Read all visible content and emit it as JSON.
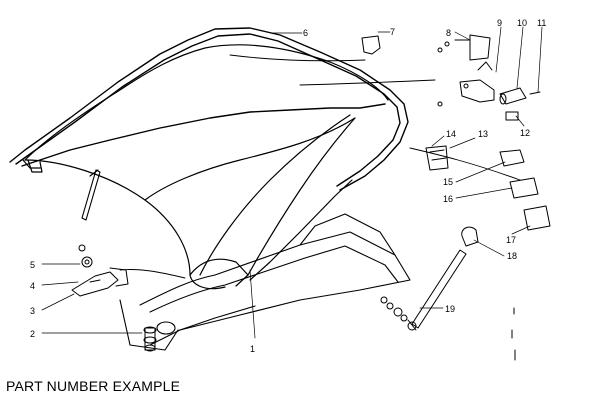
{
  "caption": "PART NUMBER EXAMPLE",
  "callouts": [
    "1",
    "2",
    "3",
    "4",
    "5",
    "6",
    "7",
    "8",
    "9",
    "10",
    "11",
    "12",
    "13",
    "14",
    "15",
    "16",
    "17",
    "18",
    "19"
  ]
}
